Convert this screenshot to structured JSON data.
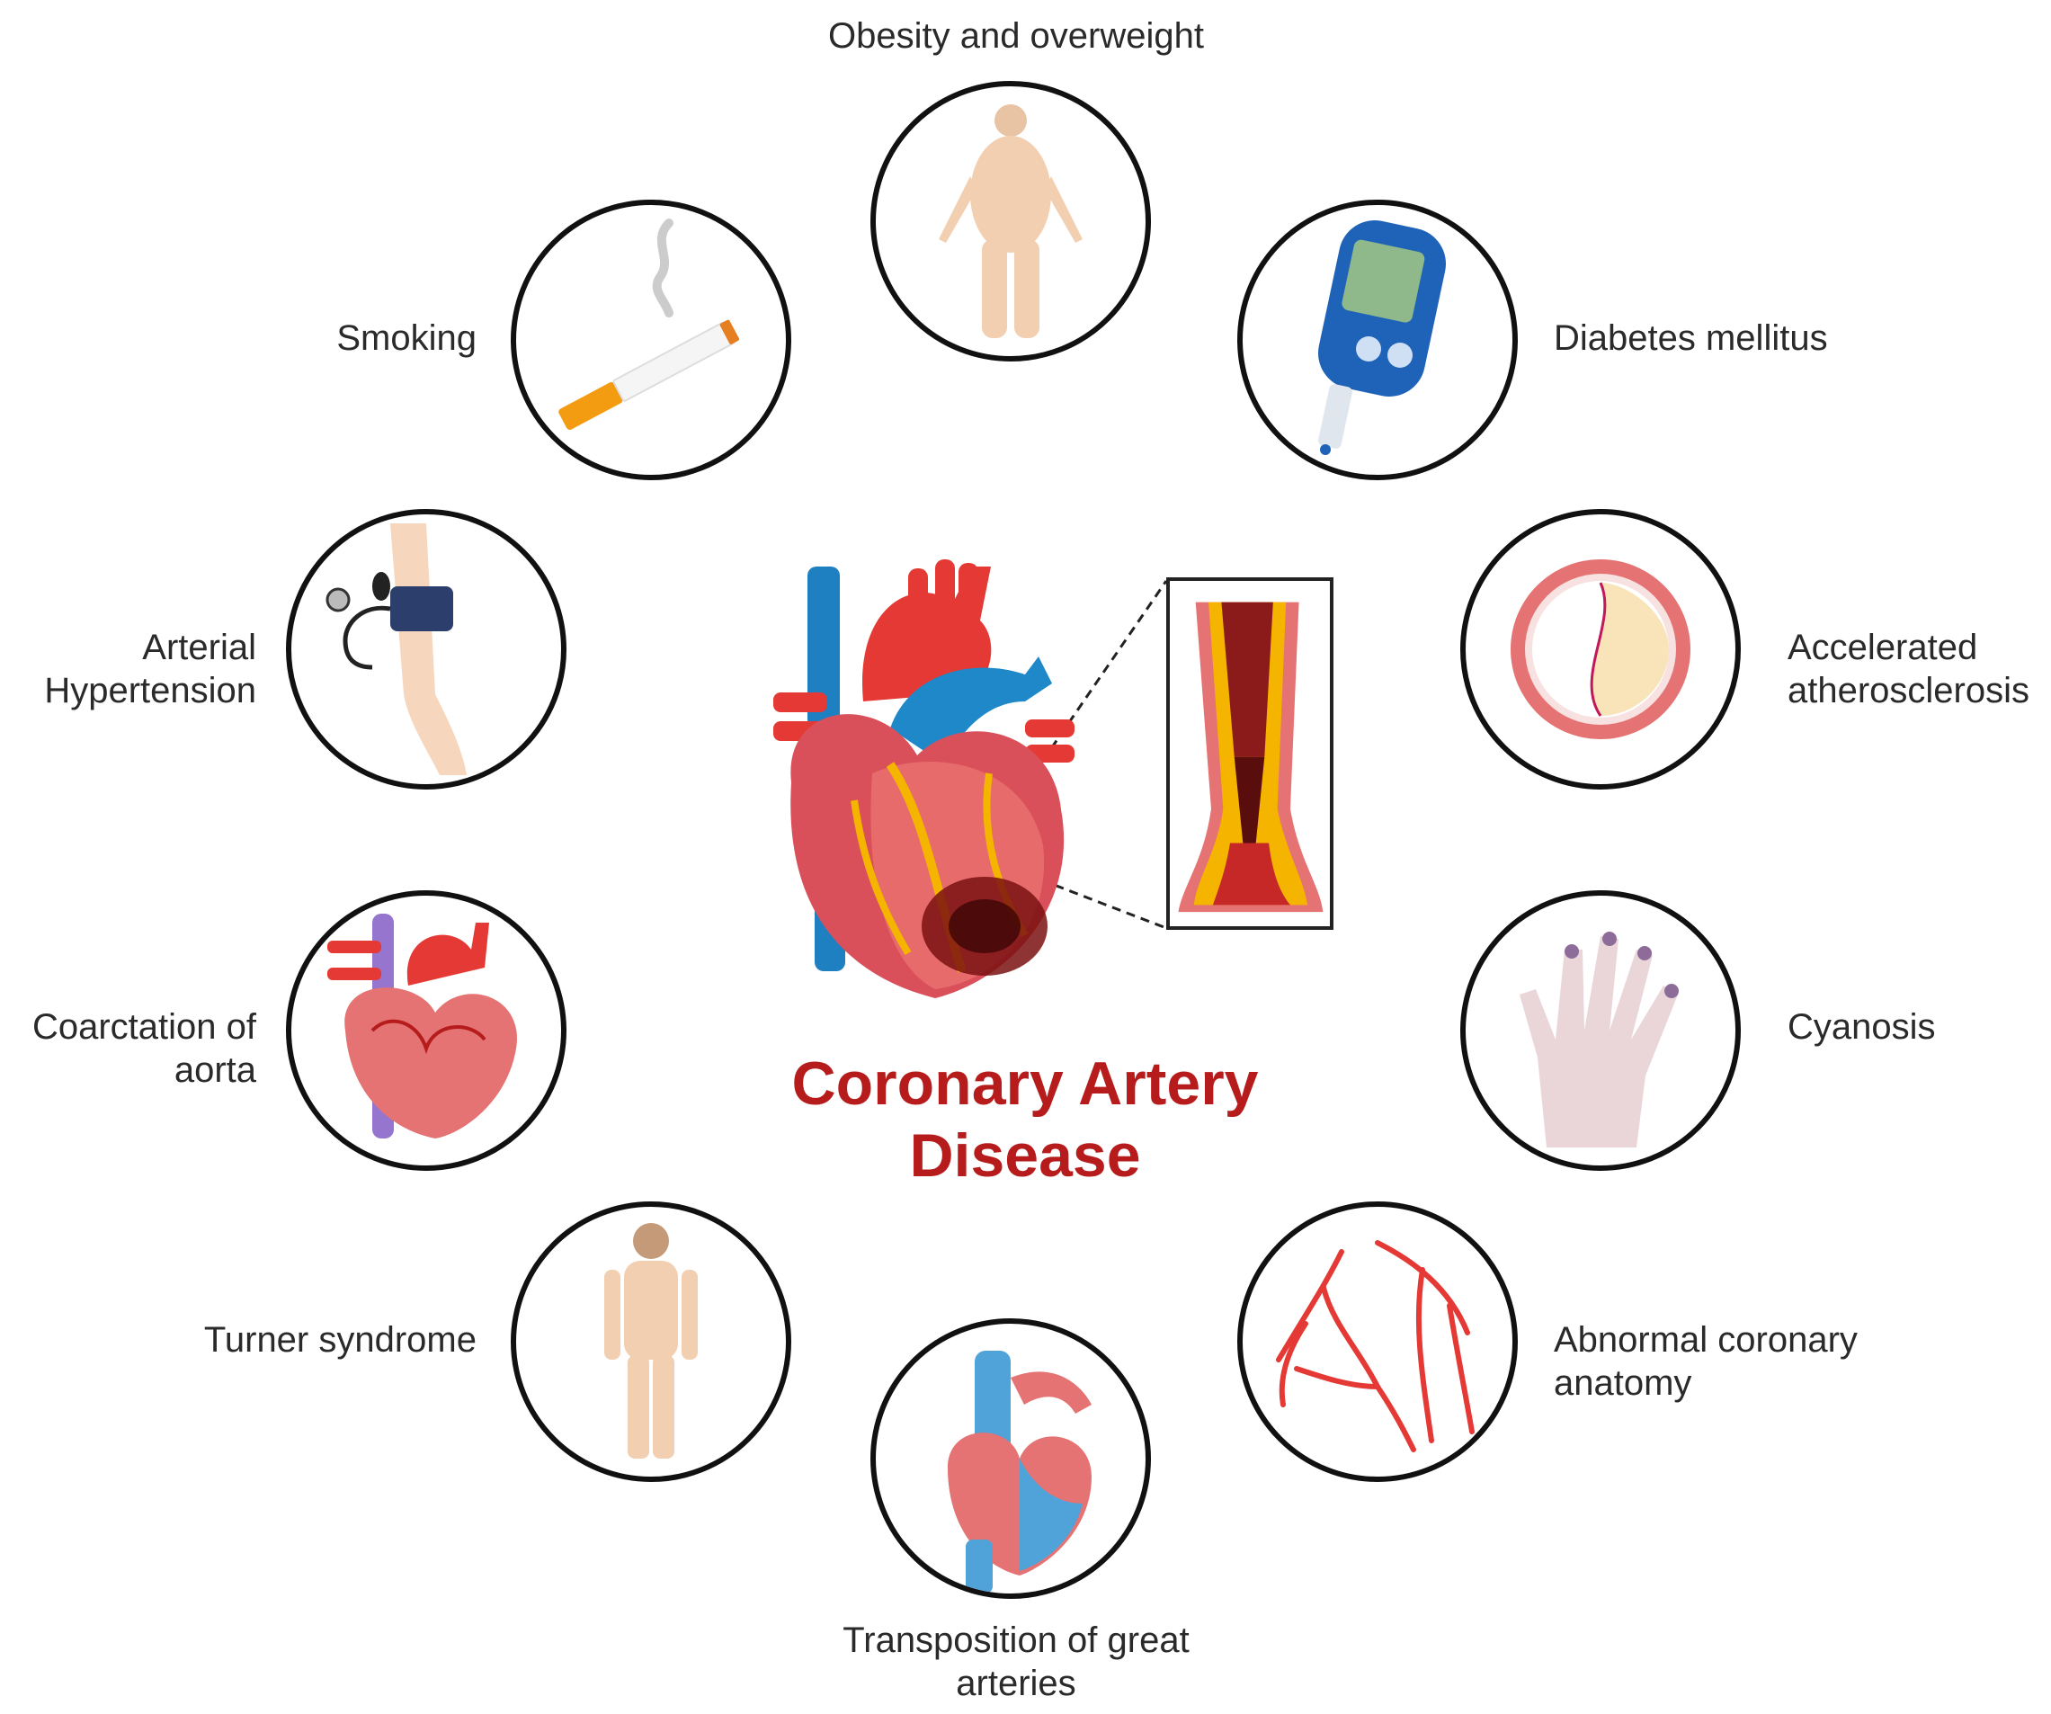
{
  "title": {
    "line1": "Coronary Artery",
    "line2": "Disease"
  },
  "colors": {
    "title": "#b71c1c",
    "circle_border": "#111111",
    "label_text": "#2a2a2a"
  },
  "risk_factors": {
    "obesity": {
      "line1": "Obesity and overweight",
      "icon": "obese-person-icon"
    },
    "diabetes": {
      "line1": "Diabetes mellitus",
      "icon": "glucometer-icon"
    },
    "atherosclerosis": {
      "line1": "Accelerated",
      "line2": "atherosclerosis",
      "icon": "artery-cross-section-icon"
    },
    "cyanosis": {
      "line1": "Cyanosis",
      "icon": "cyanotic-hand-icon"
    },
    "abnormal_anatomy": {
      "line1": "Abnormal coronary",
      "line2": "anatomy",
      "icon": "coronary-vessels-icon"
    },
    "transposition": {
      "line1": "Transposition of great",
      "line2": "arteries",
      "icon": "heart-cross-section-icon"
    },
    "turner": {
      "line1": "Turner syndrome",
      "icon": "person-icon"
    },
    "coarctation": {
      "line1": "Coarctation of",
      "line2": "aorta",
      "icon": "heart-anatomy-icon"
    },
    "hypertension": {
      "line1": "Arterial",
      "line2": "Hypertension",
      "icon": "blood-pressure-cuff-icon"
    },
    "smoking": {
      "line1": "Smoking",
      "icon": "cigarette-icon"
    }
  }
}
